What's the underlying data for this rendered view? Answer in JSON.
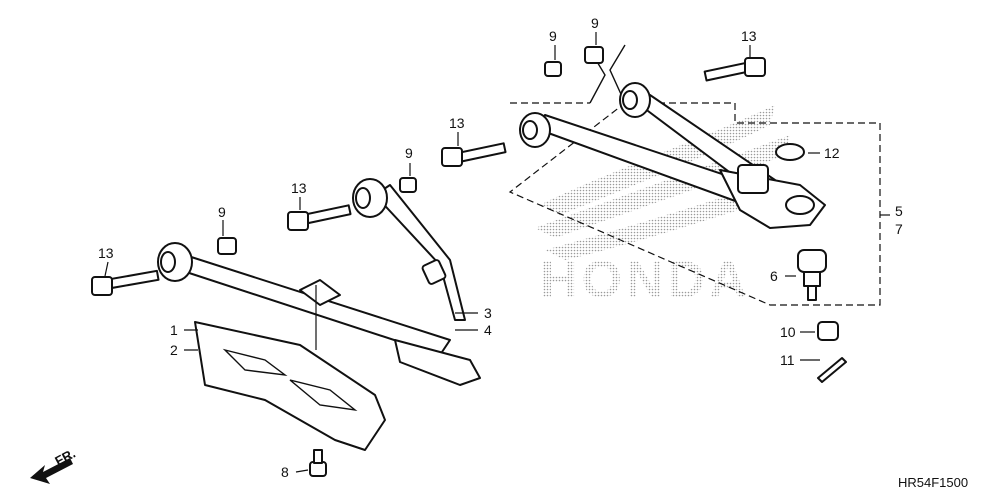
{
  "diagram": {
    "callouts": {
      "c1": "1",
      "c2": "2",
      "c3": "3",
      "c4": "4",
      "c5": "5",
      "c6": "6",
      "c7": "7",
      "c8": "8",
      "c9a": "9",
      "c9b": "9",
      "c9c": "9",
      "c9d": "9",
      "c10": "10",
      "c11": "11",
      "c12": "12",
      "c13a": "13",
      "c13b": "13",
      "c13c": "13",
      "c13d": "13"
    },
    "direction_label": "FR.",
    "diagram_code": "HR54F1500",
    "watermark_text": "HONDA",
    "colors": {
      "line": "#111111",
      "background": "#ffffff",
      "watermark": "#9a9a9a"
    }
  }
}
